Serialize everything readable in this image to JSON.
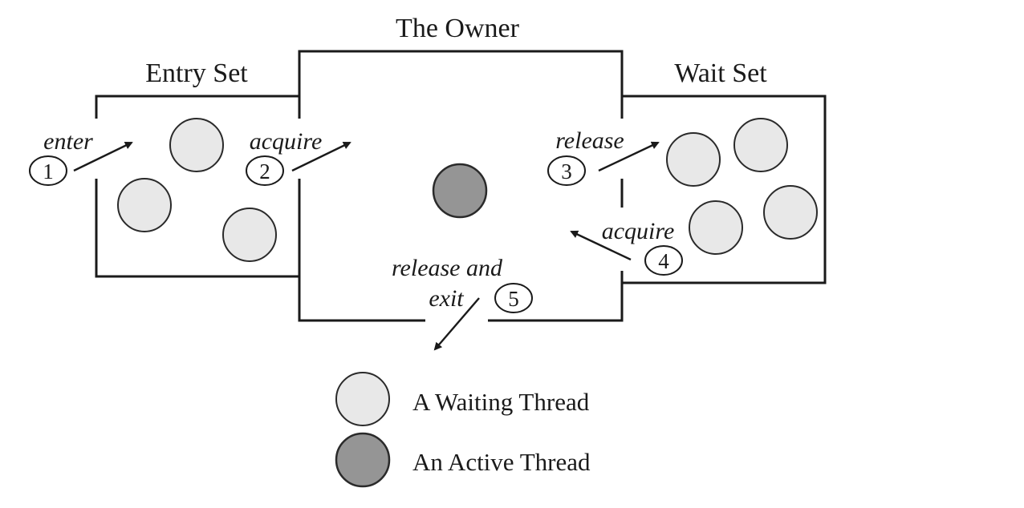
{
  "diagram": {
    "title": "Java Monitor: Entry Set, Owner, Wait Set",
    "regions": {
      "entry_set": "Entry Set",
      "owner": "The Owner",
      "wait_set": "Wait Set"
    },
    "steps": [
      {
        "number": "1",
        "label": "enter"
      },
      {
        "number": "2",
        "label": "acquire"
      },
      {
        "number": "3",
        "label": "release"
      },
      {
        "number": "4",
        "label": "acquire"
      },
      {
        "number": "5",
        "label_line1": "release and",
        "label_line2": "exit"
      }
    ],
    "thread_counts": {
      "entry_set_waiting": 3,
      "owner_active": 1,
      "wait_set_waiting": 4
    },
    "legend": [
      {
        "kind": "waiting",
        "label": "A Waiting Thread"
      },
      {
        "kind": "active",
        "label": "An Active Thread"
      }
    ],
    "colors": {
      "waiting_fill": "#e8e8e8",
      "active_fill": "#959595",
      "line": "#1a1a1a"
    }
  }
}
